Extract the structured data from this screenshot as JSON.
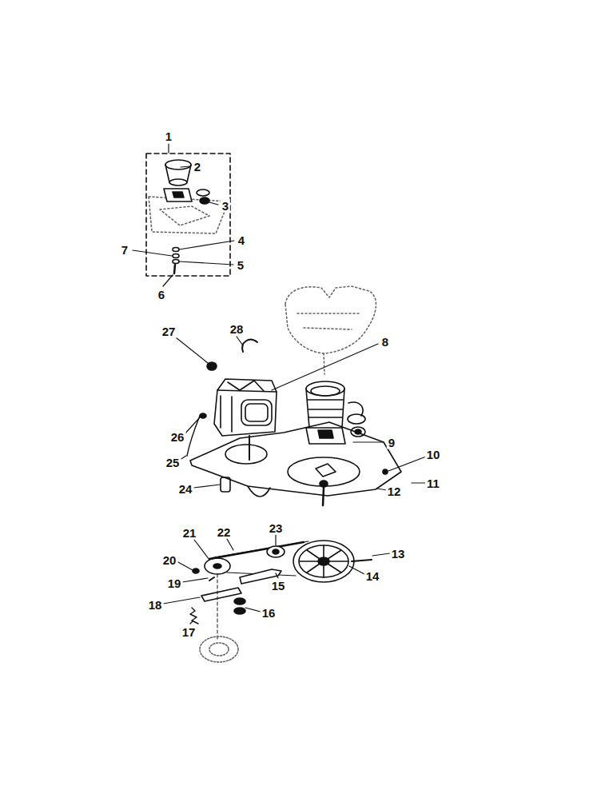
{
  "diagram": {
    "labels": [
      "1",
      "2",
      "3",
      "4",
      "7",
      "5",
      "6",
      "27",
      "28",
      "8",
      "26",
      "9",
      "10",
      "25",
      "11",
      "24",
      "12",
      "21",
      "22",
      "23",
      "13",
      "20",
      "19",
      "14",
      "15",
      "18",
      "16",
      "17"
    ]
  }
}
